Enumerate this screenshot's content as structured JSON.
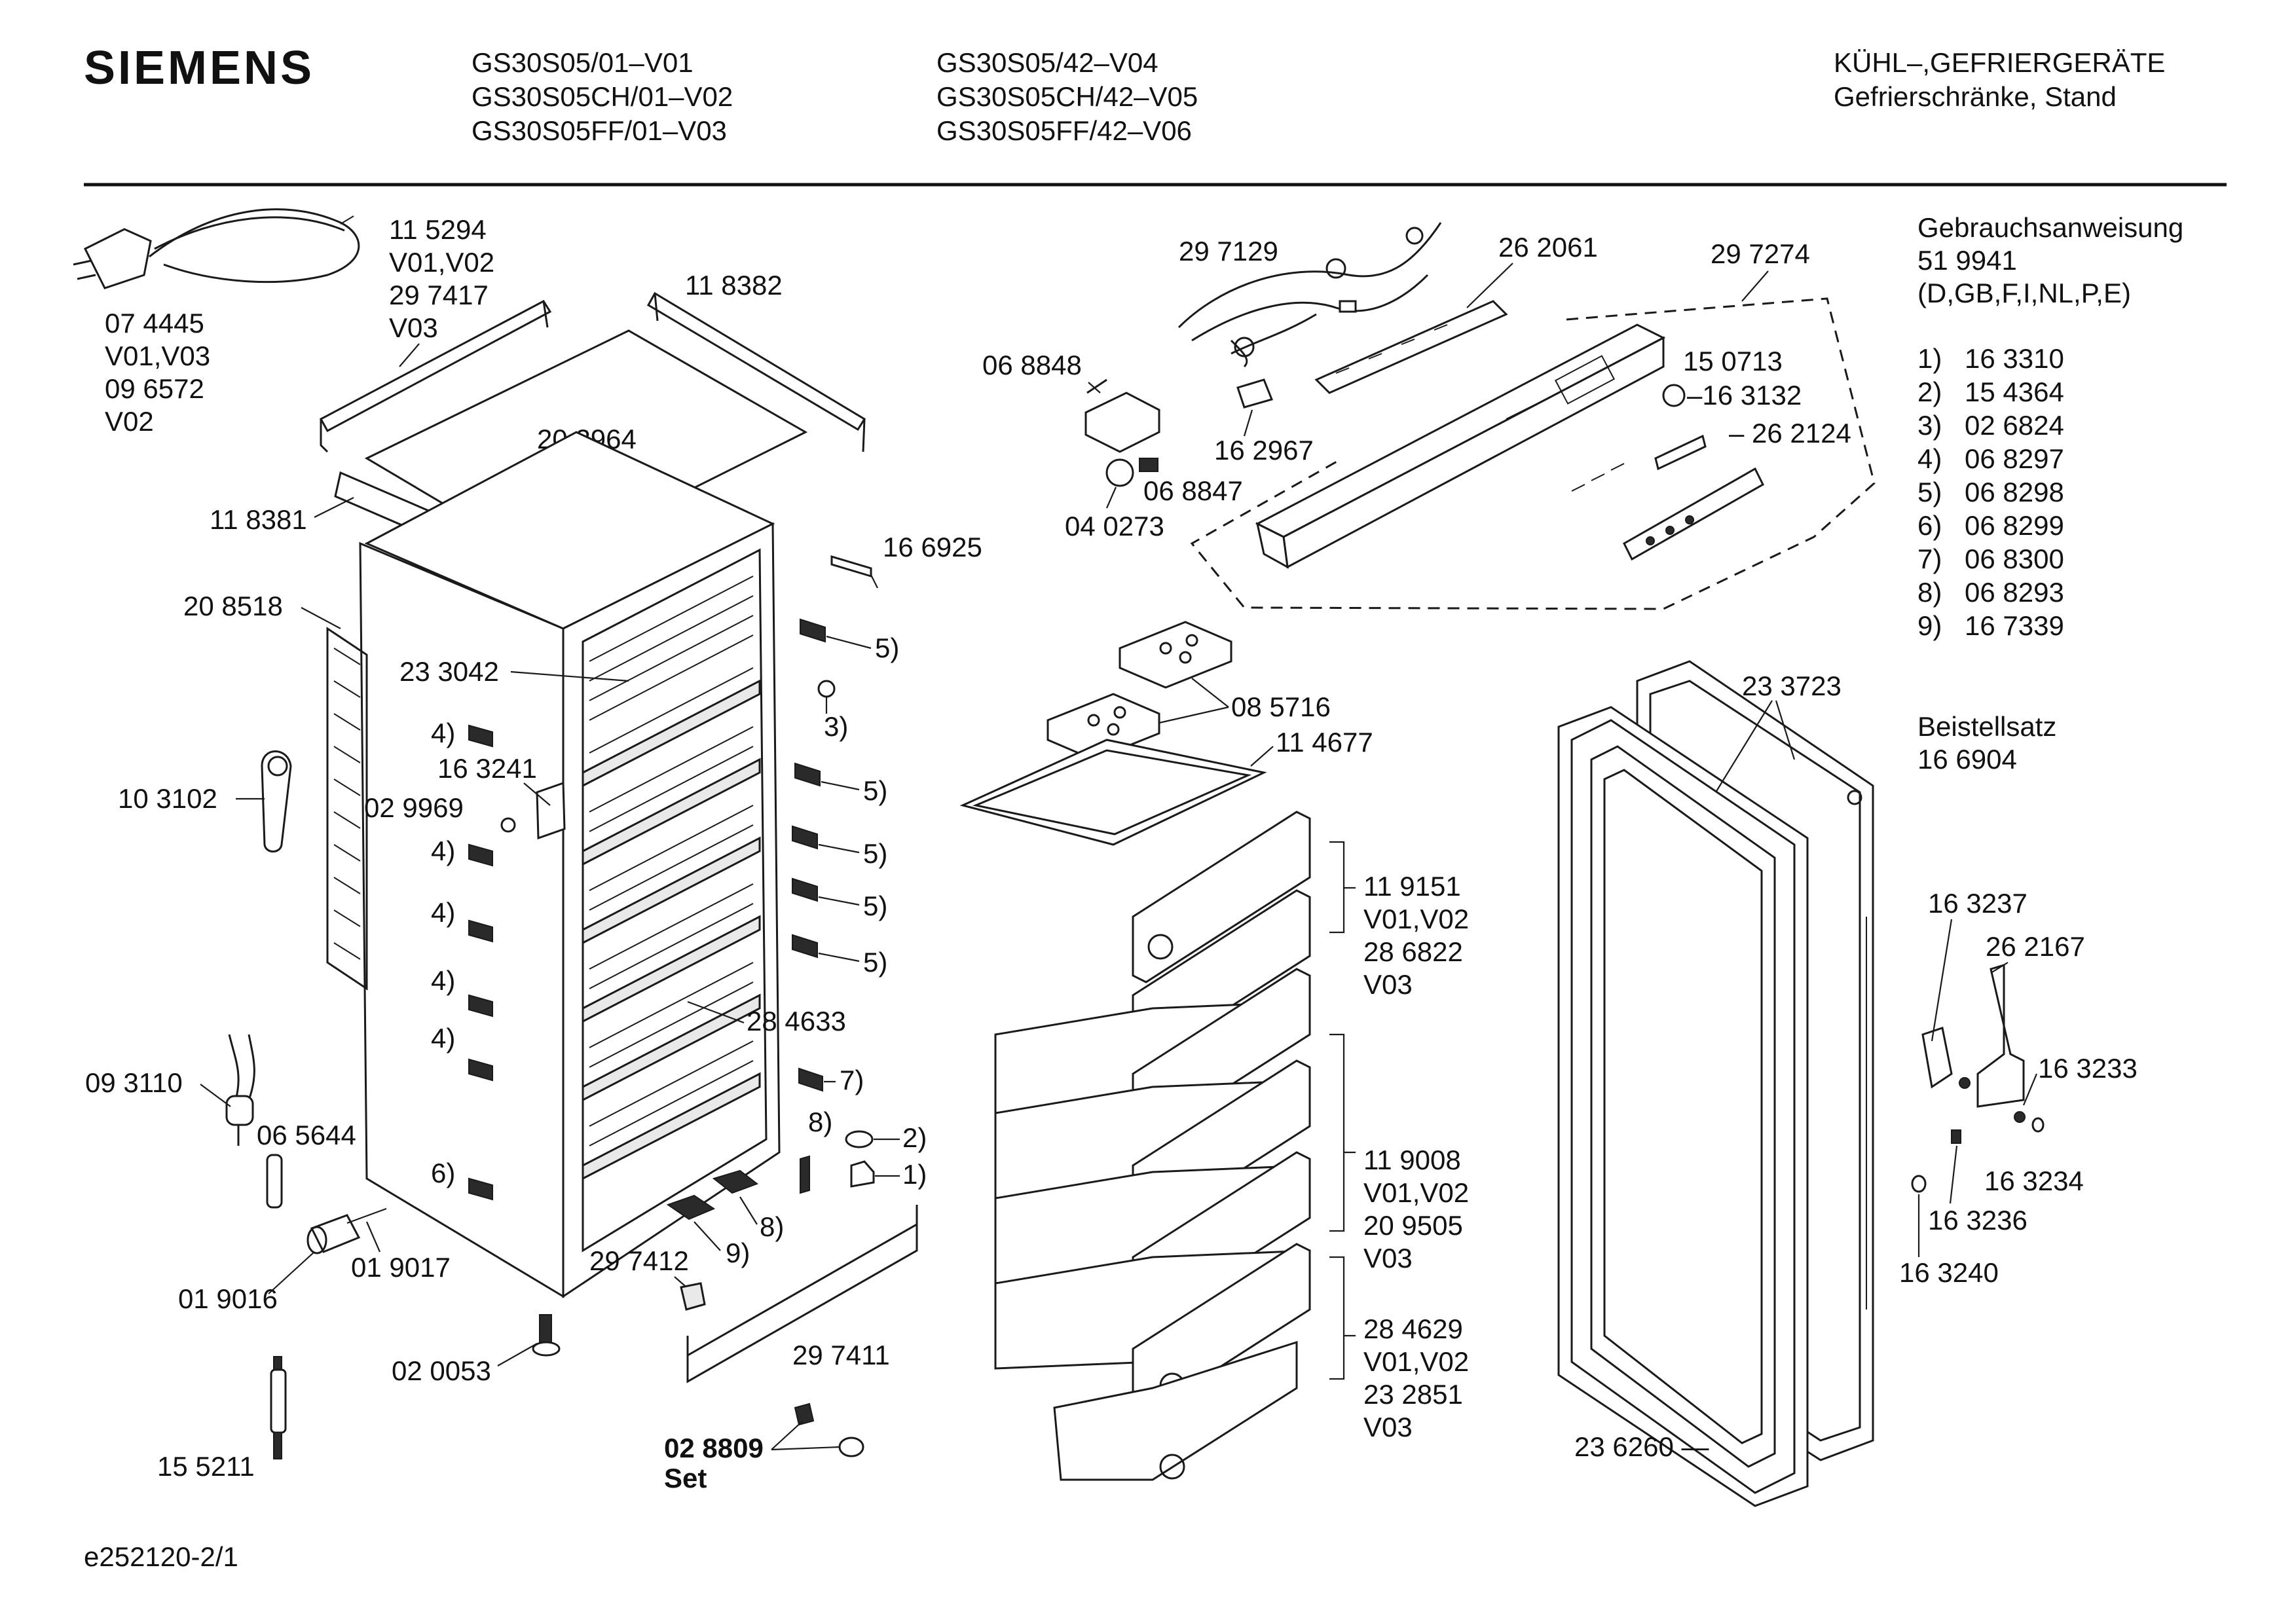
{
  "header": {
    "brand": "SIEMENS",
    "models_col1": [
      "GS30S05/01–V01",
      "GS30S05CH/01–V02",
      "GS30S05FF/01–V03"
    ],
    "models_col2": [
      "GS30S05/42–V04",
      "GS30S05CH/42–V05",
      "GS30S05FF/42–V06"
    ],
    "category_line1": "KÜHL–,GEFRIERGERÄTE",
    "category_line2": "Gefrierschränke, Stand"
  },
  "sidebar": {
    "manual_title": "Gebrauchsanweisung",
    "manual_number": "51 9941",
    "manual_languages": "(D,GB,F,I,NL,P,E)",
    "numbered_parts": [
      {
        "num": "1)",
        "part": "16 3310"
      },
      {
        "num": "2)",
        "part": "15 4364"
      },
      {
        "num": "3)",
        "part": "02 6824"
      },
      {
        "num": "4)",
        "part": "06 8297"
      },
      {
        "num": "5)",
        "part": "06 8298"
      },
      {
        "num": "6)",
        "part": "06 8299"
      },
      {
        "num": "7)",
        "part": "06 8300"
      },
      {
        "num": "8)",
        "part": "06 8293"
      },
      {
        "num": "9)",
        "part": "16 7339"
      }
    ],
    "accessory_title": "Beistellsatz",
    "accessory_number": "16 6904"
  },
  "callouts": {
    "c074445": [
      "07 4445",
      "V01,V03",
      "09 6572",
      "V02"
    ],
    "c115294": [
      "11 5294",
      "V01,V02",
      "29 7417",
      "V03"
    ],
    "c118382": "11 8382",
    "c202964": "20 2964",
    "c118381": "11 8381",
    "c208518": "20 8518",
    "c166925": "16 6925",
    "c233042": "23 3042",
    "c163241": "16 3241",
    "c029969": "02 9969",
    "c103102": "10 3102",
    "c093110": "09 3110",
    "c065644": "06 5644",
    "c019016": "01 9016",
    "c019017": "01 9017",
    "c020053": "02 0053",
    "c155211": "15 5211",
    "c297412": "29 7412",
    "c297411": "29 7411",
    "c028809": "02 8809",
    "c028809_set": "Set",
    "c284633": "28 4633",
    "c297129": "29 7129",
    "c262061": "26 2061",
    "c297274": "29 7274",
    "c068848": "06 8848",
    "c162967": "16 2967",
    "c068847": "06 8847",
    "c040273": "04 0273",
    "c150713": "15 0713",
    "c163132": "–16 3132",
    "c262124": "– 26 2124",
    "c085716": "08 5716",
    "c114677": "11 4677",
    "c119151": [
      "11 9151",
      "V01,V02",
      "28 6822",
      "V03"
    ],
    "c119008": [
      "11 9008",
      "V01,V02",
      "20 9505",
      "V03"
    ],
    "c284629": [
      "28 4629",
      "V01,V02",
      "23 2851",
      "V03"
    ],
    "c233723": "23 3723",
    "c236260": "23 6260 —",
    "c163237": "16 3237",
    "c262167": "26 2167",
    "c163233": "16 3233",
    "c163234": "16 3234",
    "c163236": "16 3236",
    "c163240": "16 3240",
    "pos": {
      "n1": "1)",
      "n2": "2)",
      "n3": "3)",
      "n4a": "4)",
      "n4b": "4)",
      "n4c": "4)",
      "n4d": "4)",
      "n4e": "4)",
      "n5a": "5)",
      "n5b": "5)",
      "n5c": "5)",
      "n5d": "5)",
      "n5e": "5)",
      "n6": "6)",
      "n7": "7)",
      "n8a": "8)",
      "n8b": "8)",
      "n9": "9)"
    }
  },
  "footer": {
    "drawing_id": "e252120-2/1"
  }
}
